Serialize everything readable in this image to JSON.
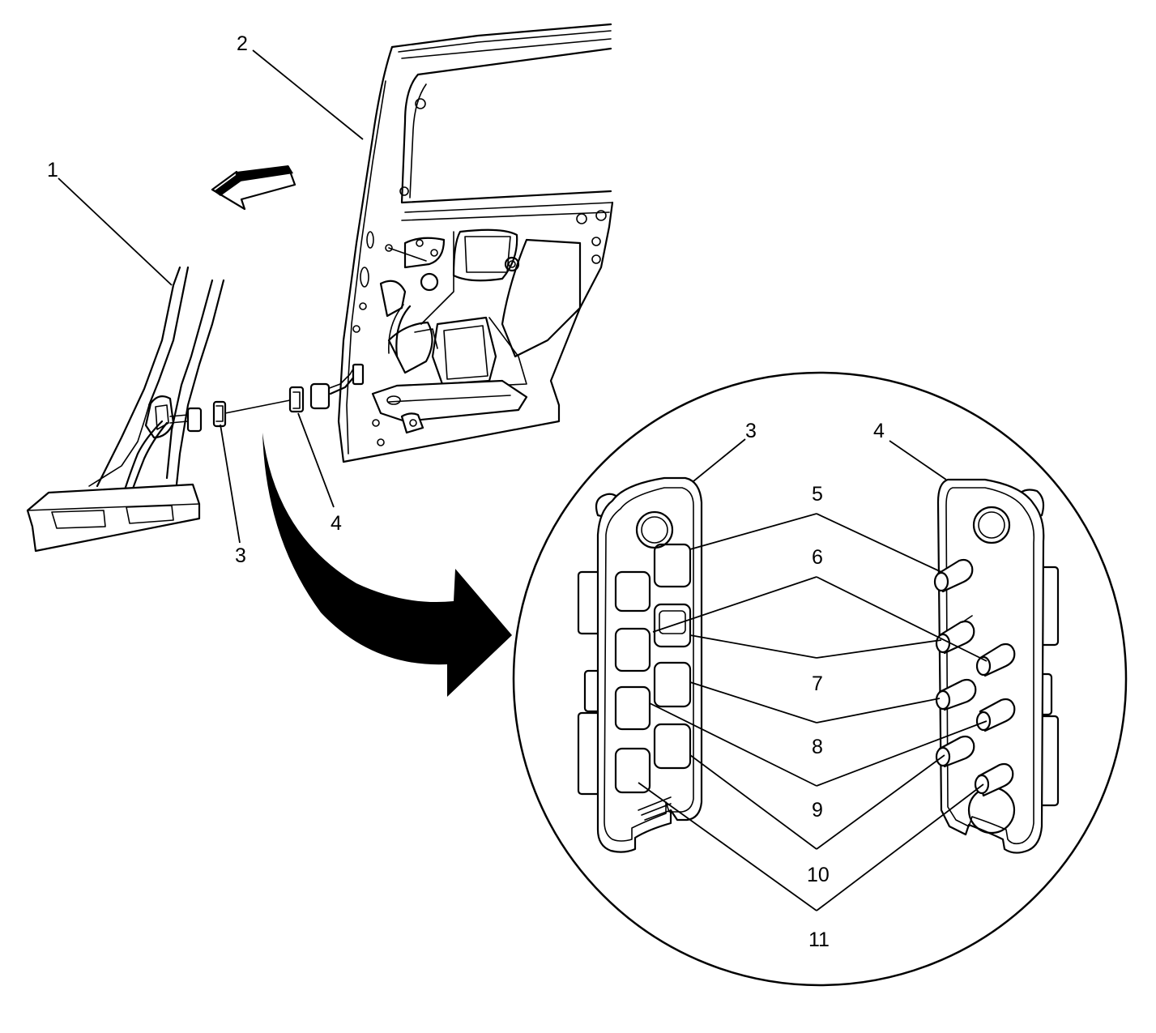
{
  "callouts": {
    "c1": "1",
    "c2": "2",
    "c3_main": "3",
    "c4_main": "4",
    "c3_detail": "3",
    "c4_detail": "4",
    "c5": "5",
    "c6": "6",
    "c7": "7",
    "c8": "8",
    "c9": "9",
    "c10": "10",
    "c11": "11"
  },
  "colors": {
    "ink": "#000000",
    "paper": "#ffffff"
  }
}
